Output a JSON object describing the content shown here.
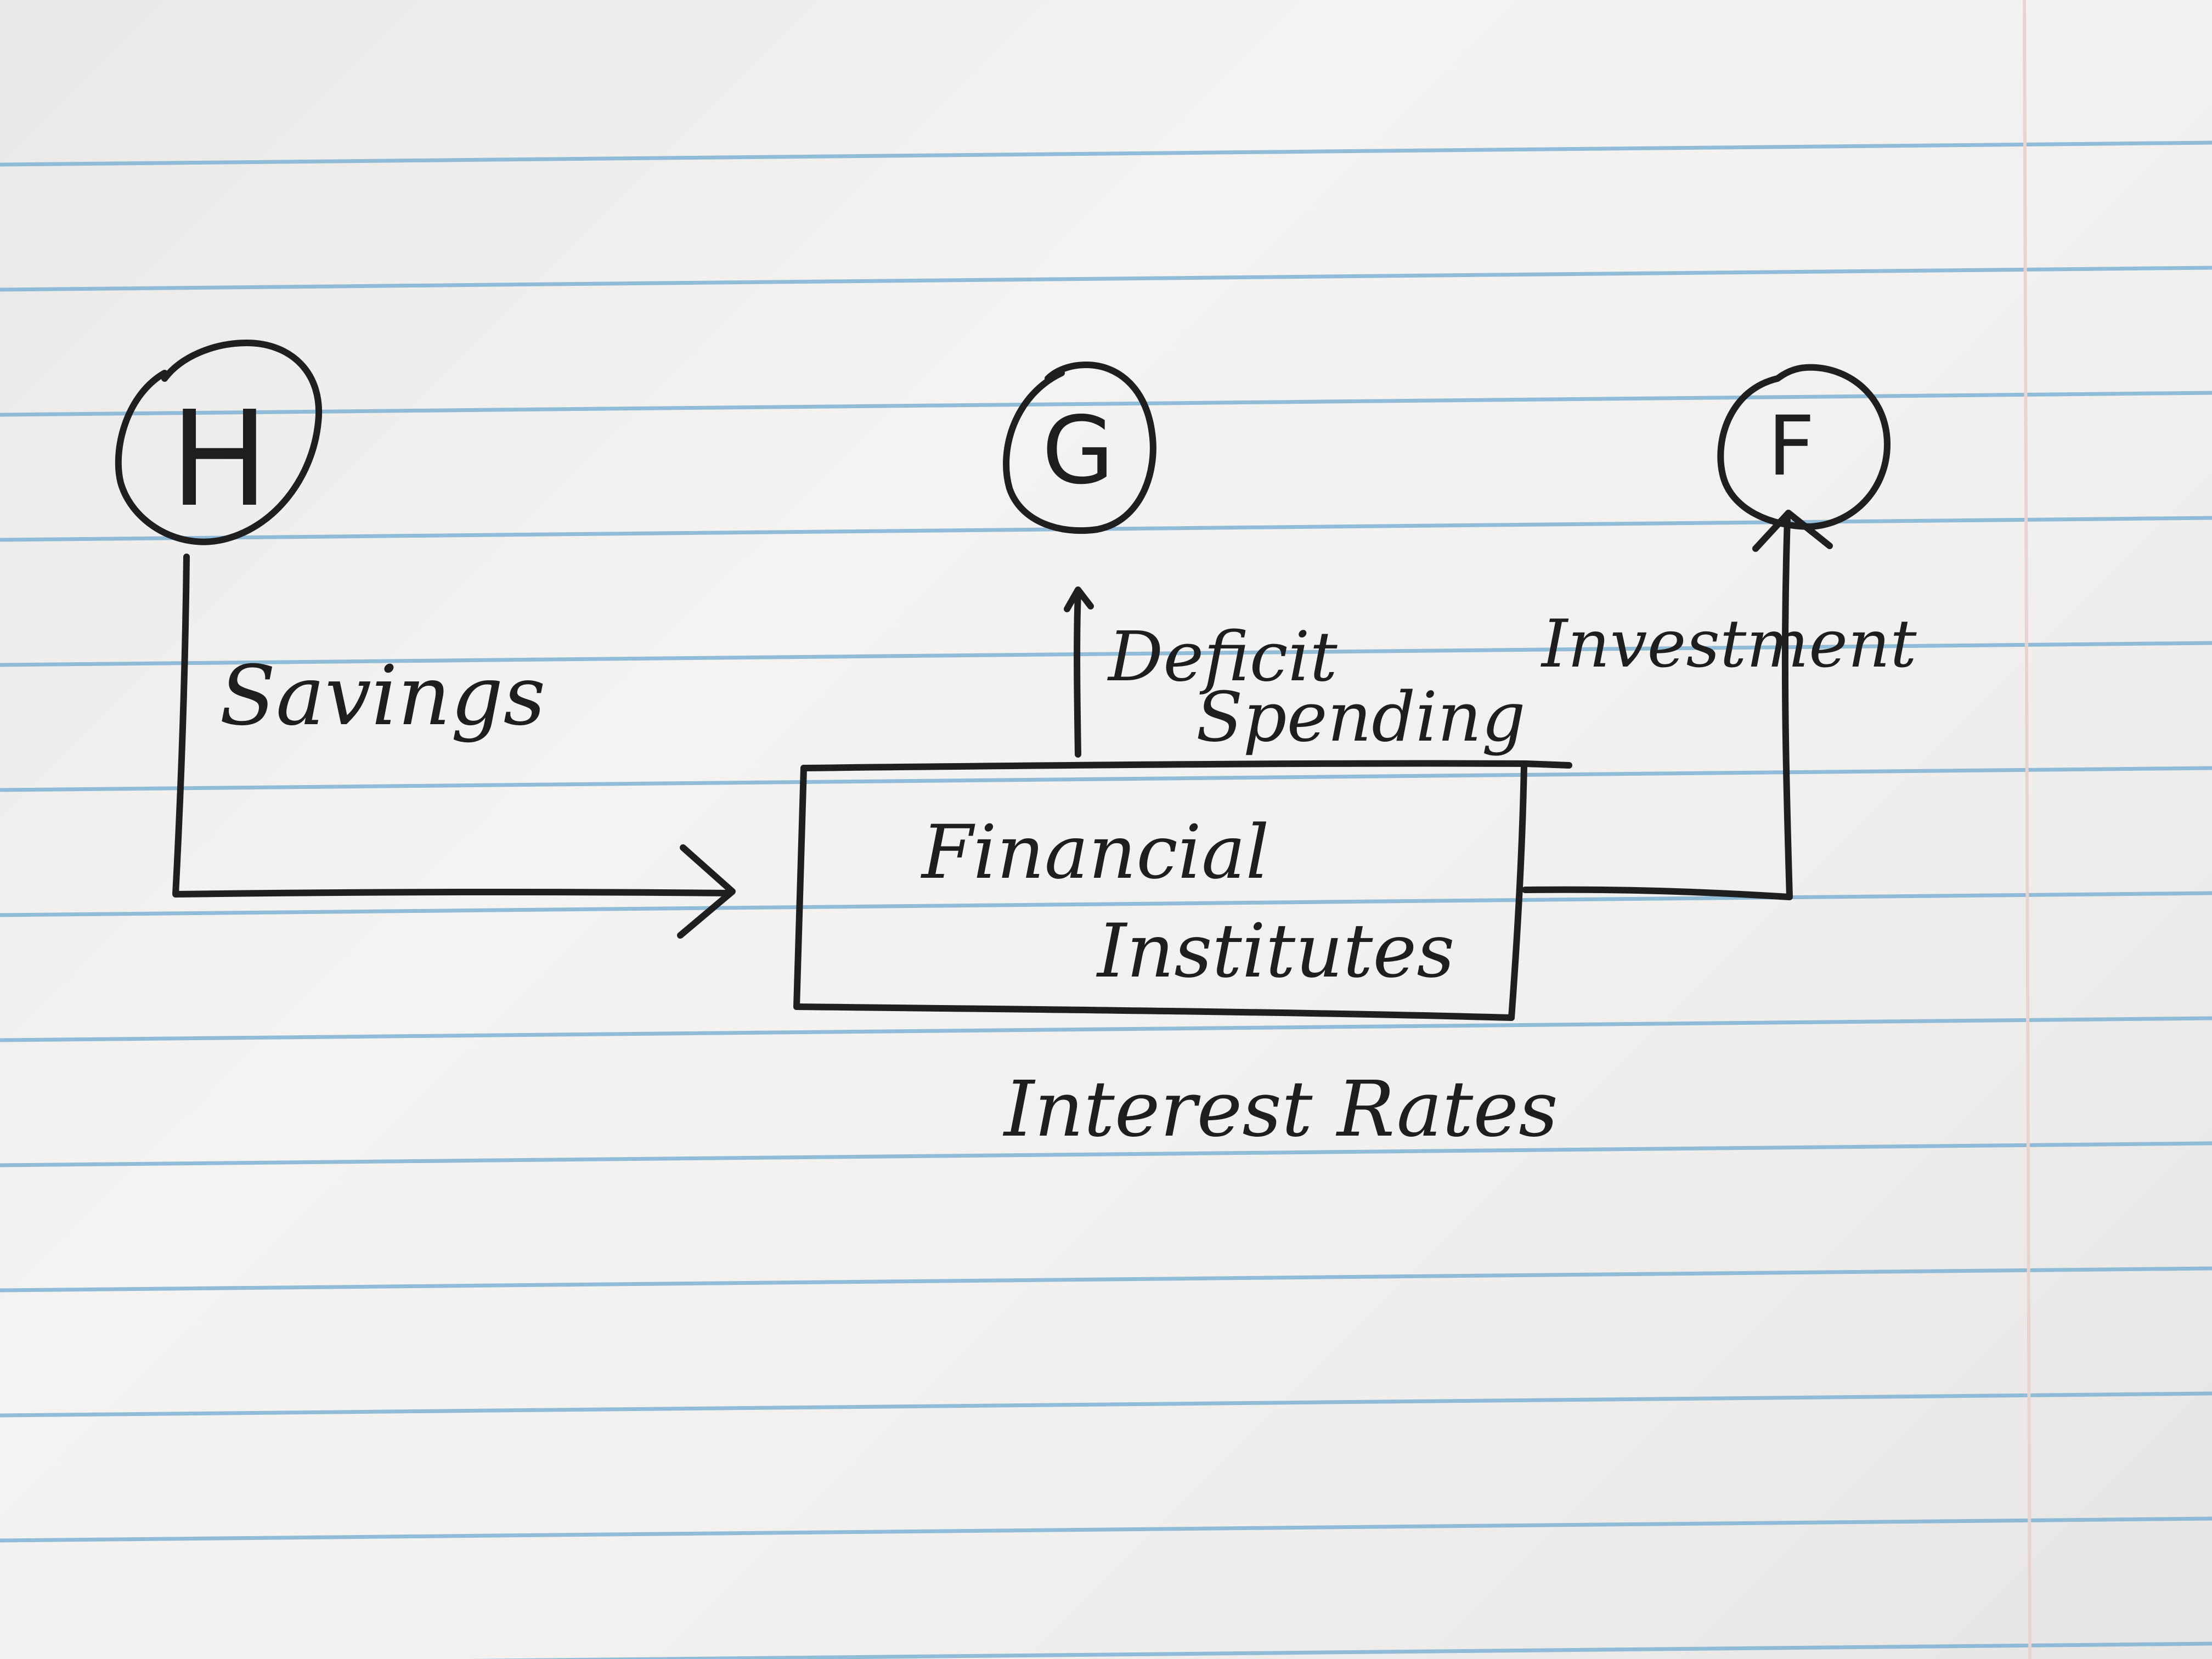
{
  "diagram": {
    "nodes": {
      "households": {
        "label": "H"
      },
      "government": {
        "label": "G"
      },
      "firms": {
        "label": "F"
      },
      "institutions": {
        "line1": "Financial",
        "line2": "Institutes"
      }
    },
    "edges": {
      "savings": "Savings",
      "deficit_line1": "Deficit",
      "deficit_line2": "Spending",
      "investment": "Investment"
    },
    "caption": "Interest Rates"
  },
  "colors": {
    "ink": "#1f1f1f",
    "rule_line": "#7fb3d4",
    "margin_line": "#e8c9c4",
    "paper": "#f2f1ef"
  }
}
